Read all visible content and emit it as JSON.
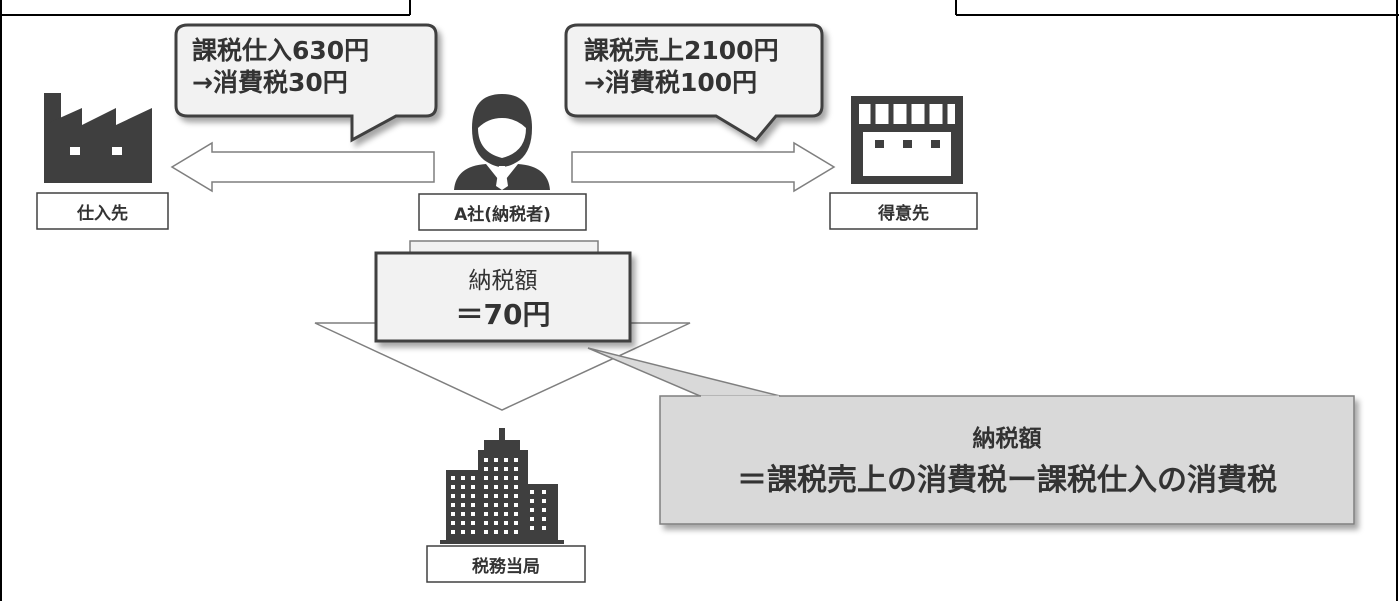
{
  "diagram": {
    "nodes": {
      "supplier": {
        "label": "仕入先",
        "icon": "factory-icon"
      },
      "company": {
        "label": "A社(納税者)",
        "icon": "businessman-icon"
      },
      "customer": {
        "label": "得意先",
        "icon": "storefront-icon"
      },
      "tax_office": {
        "label": "税務当局",
        "icon": "office-building-icon"
      }
    },
    "callouts": {
      "purchase": {
        "line1": "課税仕入630円",
        "line2": "→消費税30円"
      },
      "sales": {
        "line1": "課税売上2100円",
        "line2": "→消費税100円"
      }
    },
    "payment_box": {
      "line1": "納税額",
      "line2": "＝70円"
    },
    "formula": {
      "line1": "納税額",
      "line2": "＝課税売上の消費税ー課税仕入の消費税"
    },
    "colors": {
      "text": "#333333",
      "icon": "#3f3f3f",
      "box_fill": "#f2f2f2",
      "formula_fill": "#d9d9d9",
      "border": "#404040",
      "arrow_stroke": "#7f7f7f"
    }
  }
}
